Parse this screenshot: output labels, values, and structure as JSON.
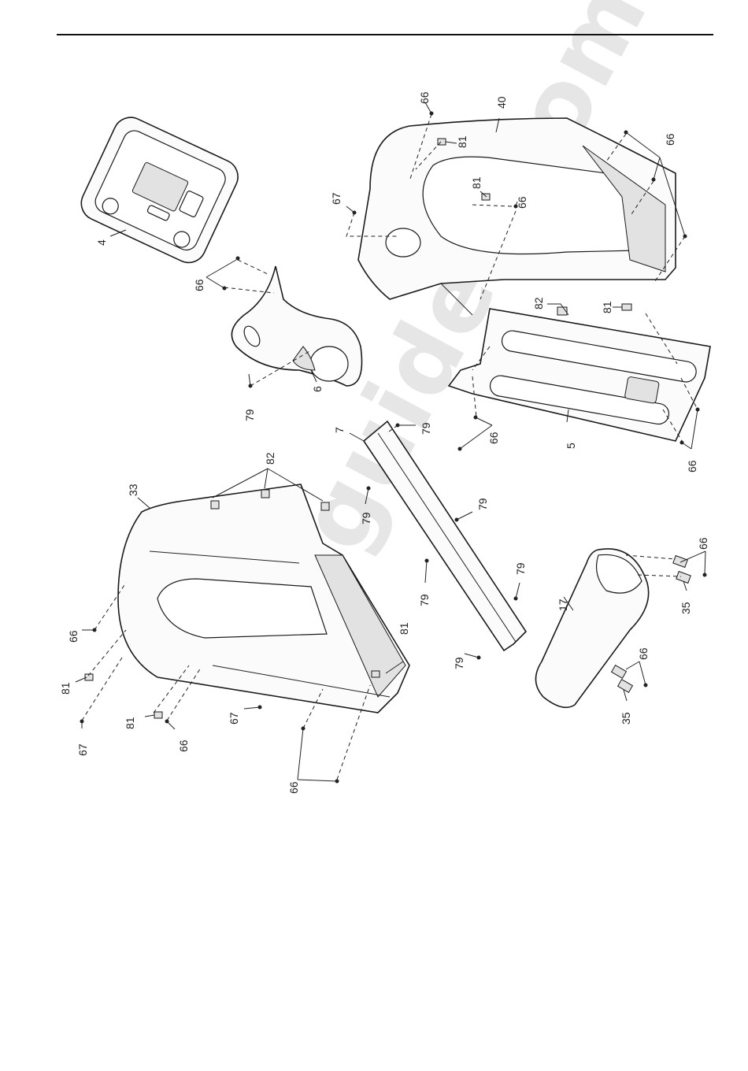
{
  "watermark": "allguides.com",
  "callouts": [
    {
      "id": "c4",
      "text": "4"
    },
    {
      "id": "c66a",
      "text": "66"
    },
    {
      "id": "c79a",
      "text": "79"
    },
    {
      "id": "c6",
      "text": "6"
    },
    {
      "id": "c66b",
      "text": "66"
    },
    {
      "id": "c40",
      "text": "40"
    },
    {
      "id": "c81a",
      "text": "81"
    },
    {
      "id": "c67a",
      "text": "67"
    },
    {
      "id": "c81b",
      "text": "81"
    },
    {
      "id": "c66c",
      "text": "66"
    },
    {
      "id": "c66d",
      "text": "66"
    },
    {
      "id": "c82a",
      "text": "82"
    },
    {
      "id": "c81c",
      "text": "81"
    },
    {
      "id": "c5",
      "text": "5"
    },
    {
      "id": "c66e",
      "text": "66"
    },
    {
      "id": "c66f",
      "text": "66"
    },
    {
      "id": "c7",
      "text": "7"
    },
    {
      "id": "c79b",
      "text": "79"
    },
    {
      "id": "c79c",
      "text": "79"
    },
    {
      "id": "c79d",
      "text": "79"
    },
    {
      "id": "c79e",
      "text": "79"
    },
    {
      "id": "c79f",
      "text": "79"
    },
    {
      "id": "c79g",
      "text": "79"
    },
    {
      "id": "c33",
      "text": "33"
    },
    {
      "id": "c82b",
      "text": "82"
    },
    {
      "id": "c66g",
      "text": "66"
    },
    {
      "id": "c81d",
      "text": "81"
    },
    {
      "id": "c81e",
      "text": "81"
    },
    {
      "id": "c67b",
      "text": "67"
    },
    {
      "id": "c66h",
      "text": "66"
    },
    {
      "id": "c81f",
      "text": "81"
    },
    {
      "id": "c67c",
      "text": "67"
    },
    {
      "id": "c66i",
      "text": "66"
    },
    {
      "id": "c17",
      "text": "17"
    },
    {
      "id": "c66j",
      "text": "66"
    },
    {
      "id": "c35a",
      "text": "35"
    },
    {
      "id": "c66k",
      "text": "66"
    },
    {
      "id": "c35b",
      "text": "35"
    }
  ]
}
